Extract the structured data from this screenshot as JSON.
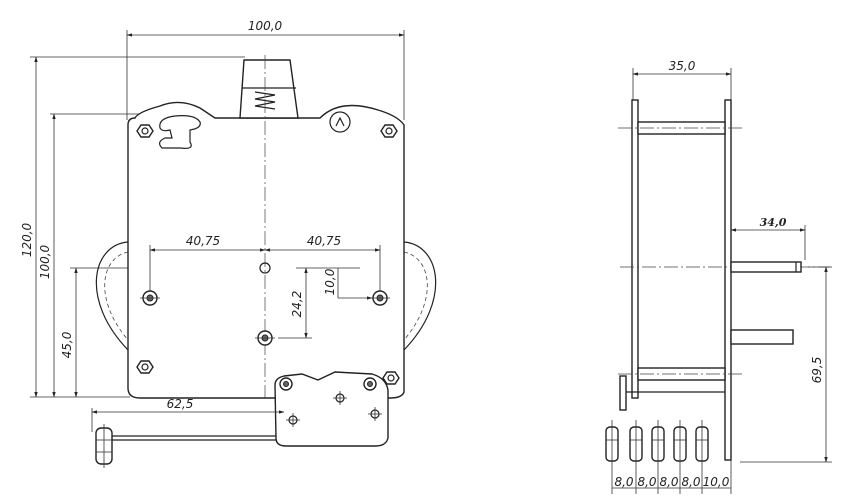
{
  "front_view": {
    "width_dim": "100,0",
    "height_dim_outer": "120,0",
    "height_dim_inner": "100,0",
    "dim_left": "40,75",
    "dim_right": "40,75",
    "dim_offset_v": "10,0",
    "dim_vertical_mid": "24,2",
    "dim_lower_left": "45,0",
    "dim_bottom": "62,5"
  },
  "side_view": {
    "depth_dim": "35,0",
    "shaft_dim": "34,0",
    "height_dim": "69,5",
    "pitch_dims": [
      "8,0",
      "8,0",
      "8,0",
      "8,0",
      "10,0"
    ]
  },
  "colors": {
    "line": "#222222",
    "background": "#ffffff"
  }
}
